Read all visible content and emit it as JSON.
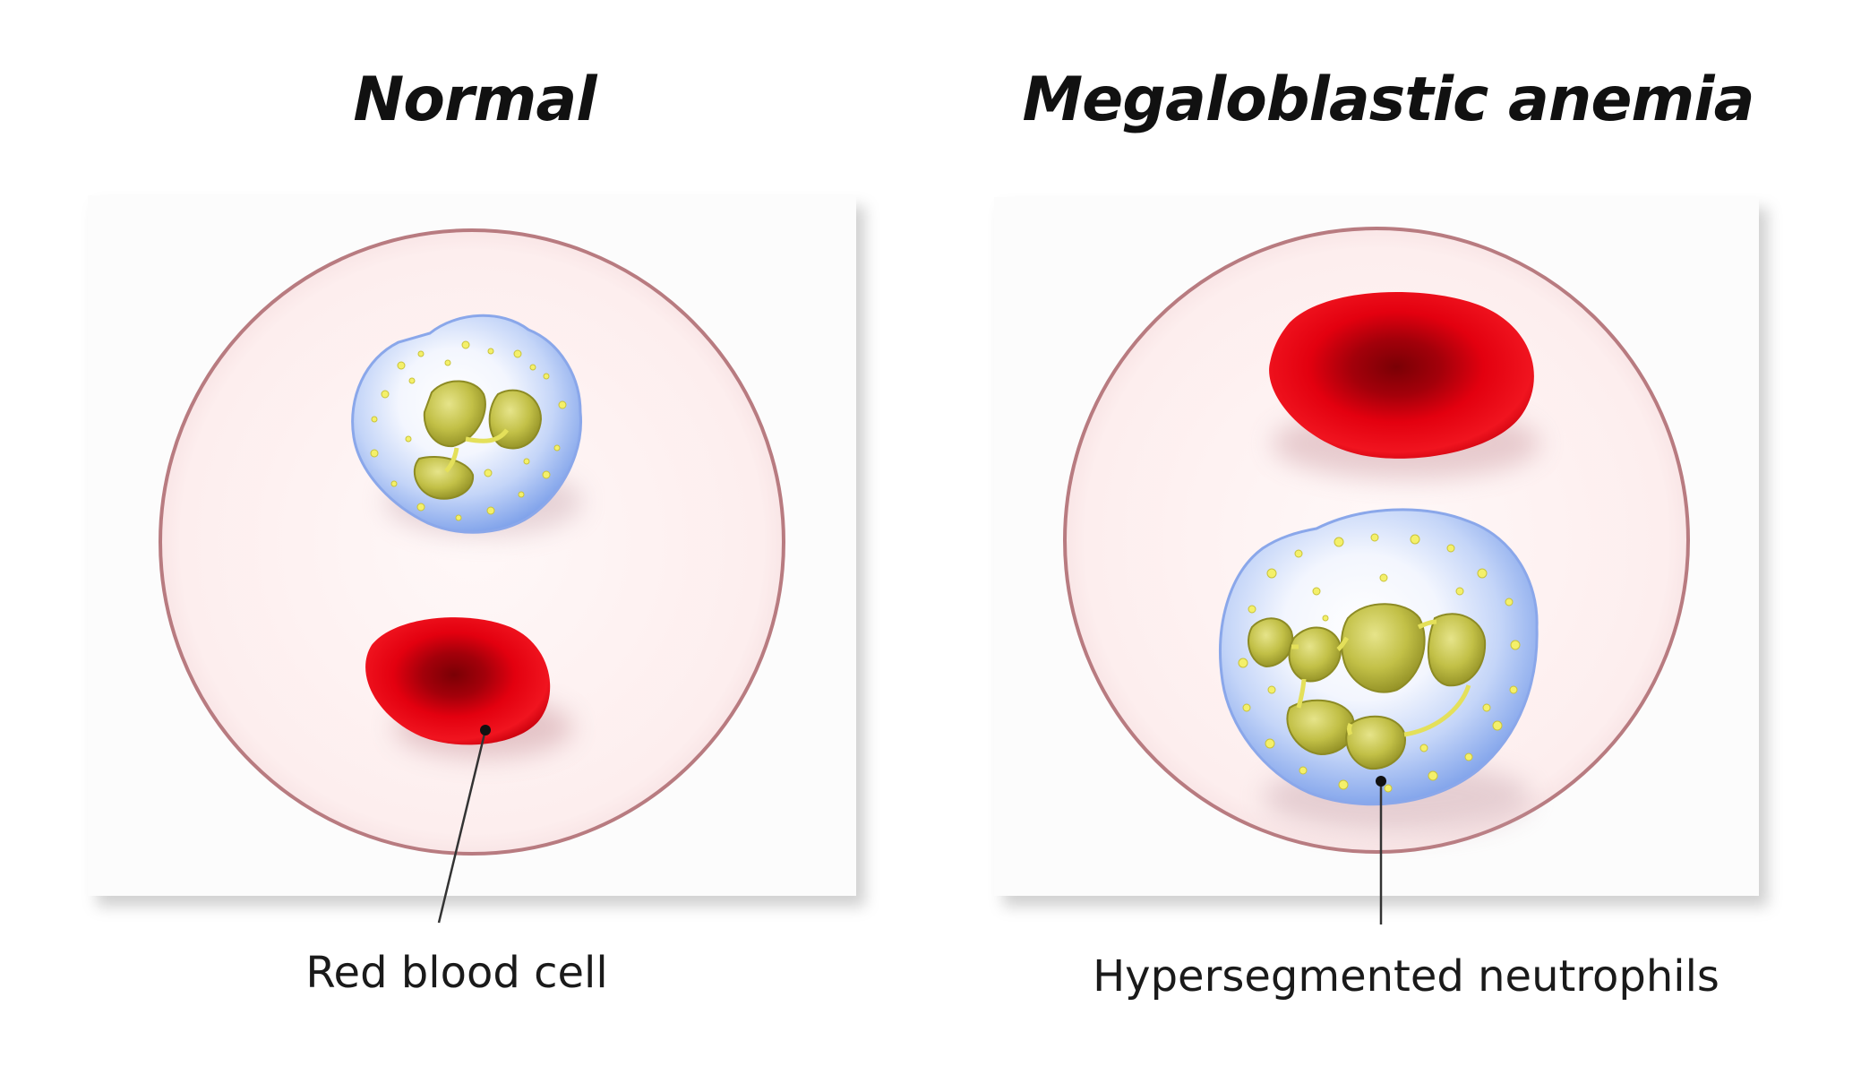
{
  "panels": {
    "left": {
      "title": "Normal",
      "label": "Red blood cell"
    },
    "right": {
      "title": "Megaloblastic anemia",
      "label": "Hypersegmented neutrophils"
    }
  },
  "colors": {
    "background": "#ffffff",
    "frame": "#fcfcfc",
    "dish_fill": "#fdf0f0",
    "dish_rim": "#b87b80",
    "red_cell": "#e3000f",
    "red_cell_center": "#8f0008",
    "neutrophil_cytoplasm": "#9ab8f2",
    "neutrophil_nucleus": "#b7b53a",
    "granule": "#f4f06a"
  }
}
